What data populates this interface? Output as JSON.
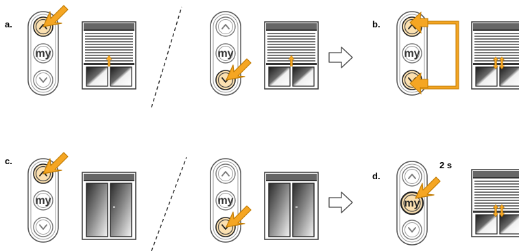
{
  "labels": {
    "a": "a.",
    "b": "b.",
    "c": "c.",
    "d": "d."
  },
  "remote": {
    "my_label": "my"
  },
  "timer": "2 s",
  "colors": {
    "highlight_button": "#fbe0b0",
    "arrow_orange": "#f5a623",
    "arrow_orange_dark": "#e08a00",
    "remote_outline": "#555555",
    "button_outline": "#777777",
    "slat_dark": "#444444"
  },
  "icons": {
    "up": "chevron-up-icon",
    "down": "chevron-down-icon",
    "pointer": "pointing-arrow-icon",
    "process": "hollow-right-arrow-icon"
  }
}
